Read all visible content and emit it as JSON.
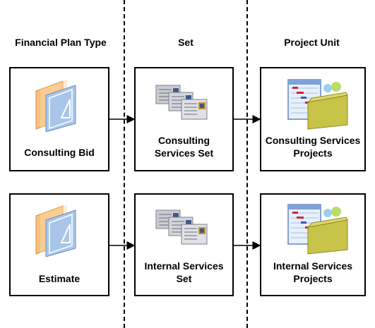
{
  "headers": {
    "financial_plan_type": "Financial Plan Type",
    "set": "Set",
    "project_unit": "Project Unit"
  },
  "rows": [
    {
      "plan_type": "Consulting Bid",
      "set": "Consulting\nServices Set",
      "project": "Consulting Services\nProjects"
    },
    {
      "plan_type": "Estimate",
      "set": "Internal Services\nSet",
      "project": "Internal Services\nProjects"
    }
  ],
  "icons": {
    "plan": "financial-plan-document-icon",
    "set": "reference-set-stack-icon",
    "project": "project-folder-gantt-icon"
  },
  "colors": {
    "plan_front": "#a9c6ea",
    "plan_back": "#f6c07e",
    "folder": "#c8c44a",
    "gantt_bar": "#d0253b"
  }
}
